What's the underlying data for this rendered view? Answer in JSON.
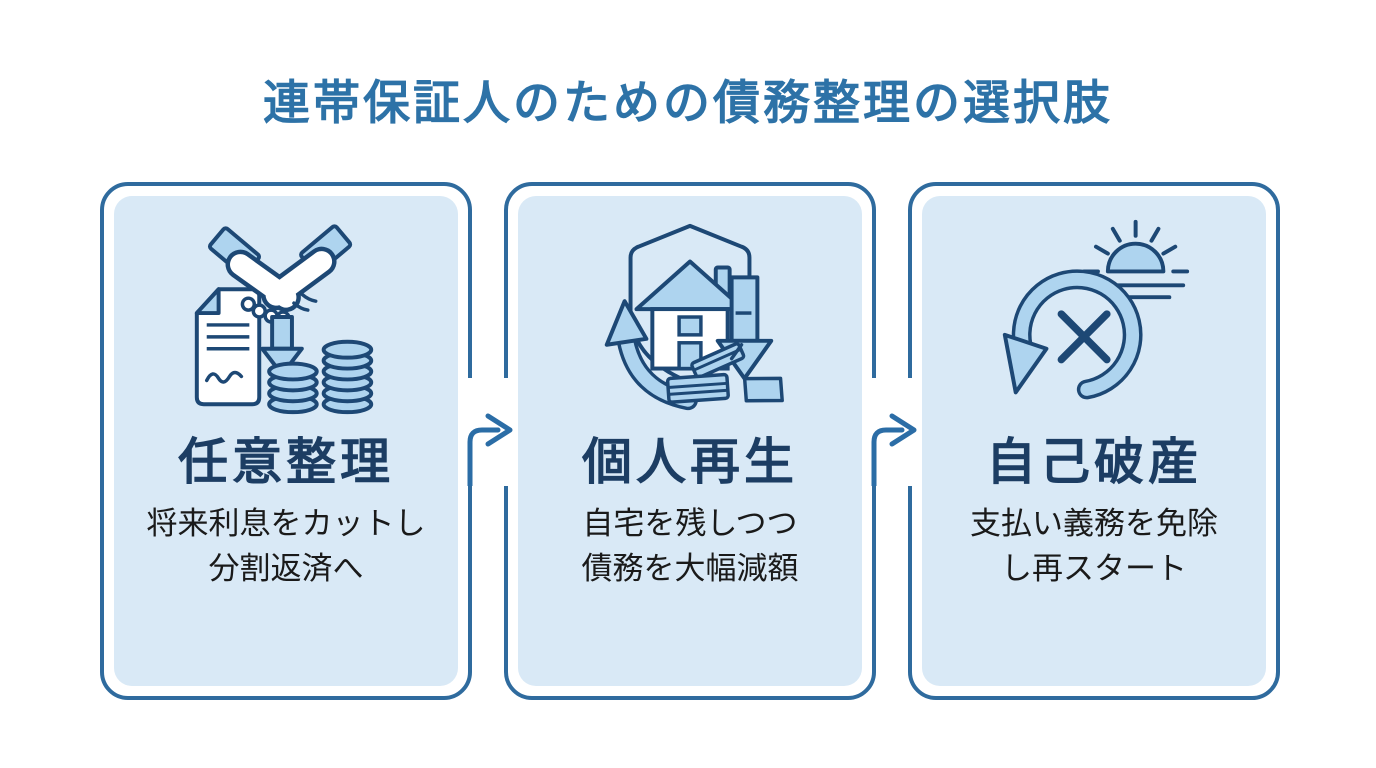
{
  "title": {
    "text": "連帯保証人のための債務整理の選択肢"
  },
  "colors": {
    "background": "#ffffff",
    "title_blue": "#2d72a7",
    "card_border_blue": "#2f6b9e",
    "card_fill_light_blue": "#d9e9f6",
    "heading_navy": "#1c3d63",
    "body_text": "#1a1a1a",
    "icon_outline_navy": "#1d4875",
    "icon_fill_blue": "#aed4ef",
    "arrow_blue": "#2b6da6"
  },
  "cards": [
    {
      "heading": "任意整理",
      "desc_line1": "将来利息をカットし",
      "desc_line2": "分割返済へ",
      "icon": "handshake-document-coins-icon"
    },
    {
      "heading": "個人再生",
      "desc_line1": "自宅を残しつつ",
      "desc_line2": "債務を大幅減額",
      "icon": "shield-house-arrows-icon"
    },
    {
      "heading": "自己破産",
      "desc_line1": "支払い義務を免除",
      "desc_line2": "し再スタート",
      "icon": "restart-sunrise-icon"
    }
  ],
  "connectors": [
    {
      "icon": "flow-arrow-right-icon"
    },
    {
      "icon": "flow-arrow-right-icon"
    }
  ]
}
